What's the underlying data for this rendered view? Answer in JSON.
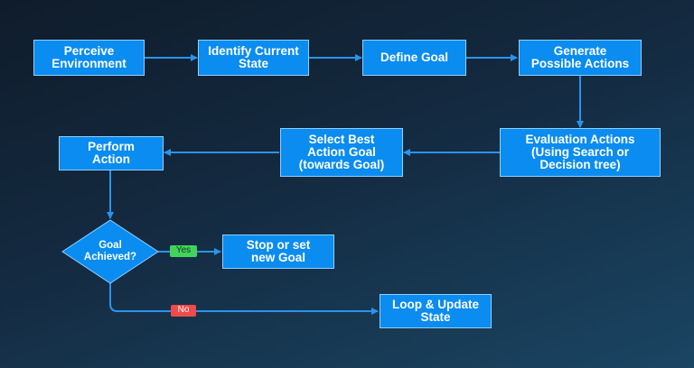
{
  "diagram": {
    "nodes": {
      "perceive": "Perceive\nEnvironment",
      "identify": "Identify Current\nState",
      "define": "Define Goal",
      "generate": "Generate\nPossible Actions",
      "evaluate": "Evaluation Actions\n(Using Search or\nDecision tree)",
      "select": "Select Best\nAction Goal\n(towards Goal)",
      "perform": "Perform\nAction",
      "decision": "Goal\nAchieved?",
      "stop": "Stop or set\nnew Goal",
      "loop": "Loop & Update\nState"
    },
    "edge_labels": {
      "yes": "Yes",
      "no": "No"
    },
    "colors": {
      "node_fill": "#0a8cf0",
      "node_border": "#8fd0ff",
      "arrow": "#2a93ee",
      "yes_tag": "#43d35c",
      "no_tag": "#f04a4a"
    }
  }
}
